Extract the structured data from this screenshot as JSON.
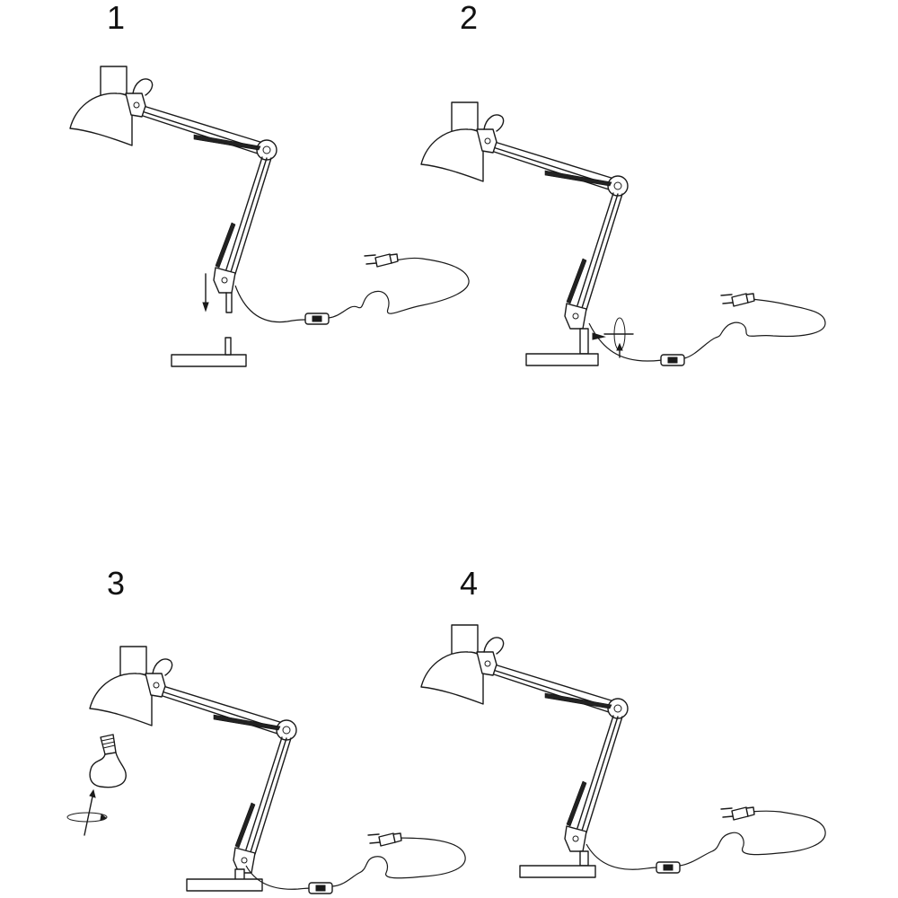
{
  "steps": [
    {
      "number": "1",
      "action": "insert-arm-into-base"
    },
    {
      "number": "2",
      "action": "tighten-screw"
    },
    {
      "number": "3",
      "action": "insert-bulb"
    },
    {
      "number": "4",
      "action": "assembled-lamp"
    }
  ]
}
